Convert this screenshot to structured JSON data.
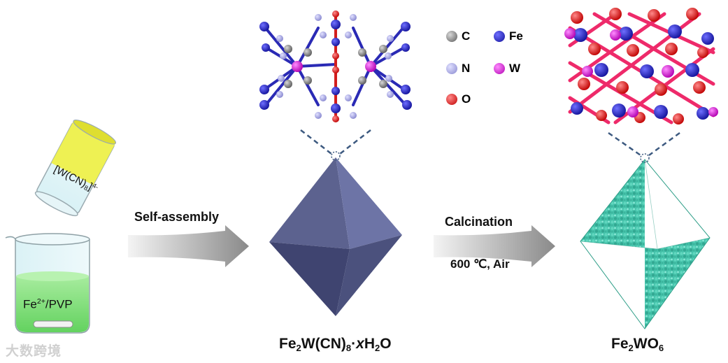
{
  "reagents": {
    "tilted_beaker_label": "[W(CN)8]4-",
    "beaker_label_main": "W(CN)",
    "beaker_label_sub": "8",
    "beaker_label_sup": "4-",
    "solution_label_main": "Fe",
    "solution_label_sup": "2+",
    "solution_label_tail": "/PVP"
  },
  "steps": {
    "step1_label": "Self-assembly",
    "step2_label": "Calcination",
    "step2_condition": "600 ℃, Air"
  },
  "products": {
    "precursor": {
      "p1": "Fe",
      "s1": "2",
      "p2": "W(CN)",
      "s2": "8",
      "p3": "·",
      "x": "x",
      "p4": "H",
      "s3": "2",
      "p5": "O"
    },
    "oxide": {
      "p1": "Fe",
      "s1": "2",
      "p2": "WO",
      "s2": "6"
    }
  },
  "legend": [
    {
      "symbol": "C",
      "color": "#7f7f7f"
    },
    {
      "symbol": "Fe",
      "color": "#1b1bc8"
    },
    {
      "symbol": "N",
      "color": "#a6a6e6"
    },
    {
      "symbol": "W",
      "color": "#e21ee2"
    },
    {
      "symbol": "O",
      "color": "#ee1111"
    }
  ],
  "colors": {
    "precursor_octahedron": "#5c628f",
    "oxide_octahedron": "#3fbfa8",
    "arrow_gray": "#6e6e6e",
    "solution_green": "#7fe07a",
    "tilted_yellow": "#eef04a"
  },
  "watermark": "大数跨境"
}
